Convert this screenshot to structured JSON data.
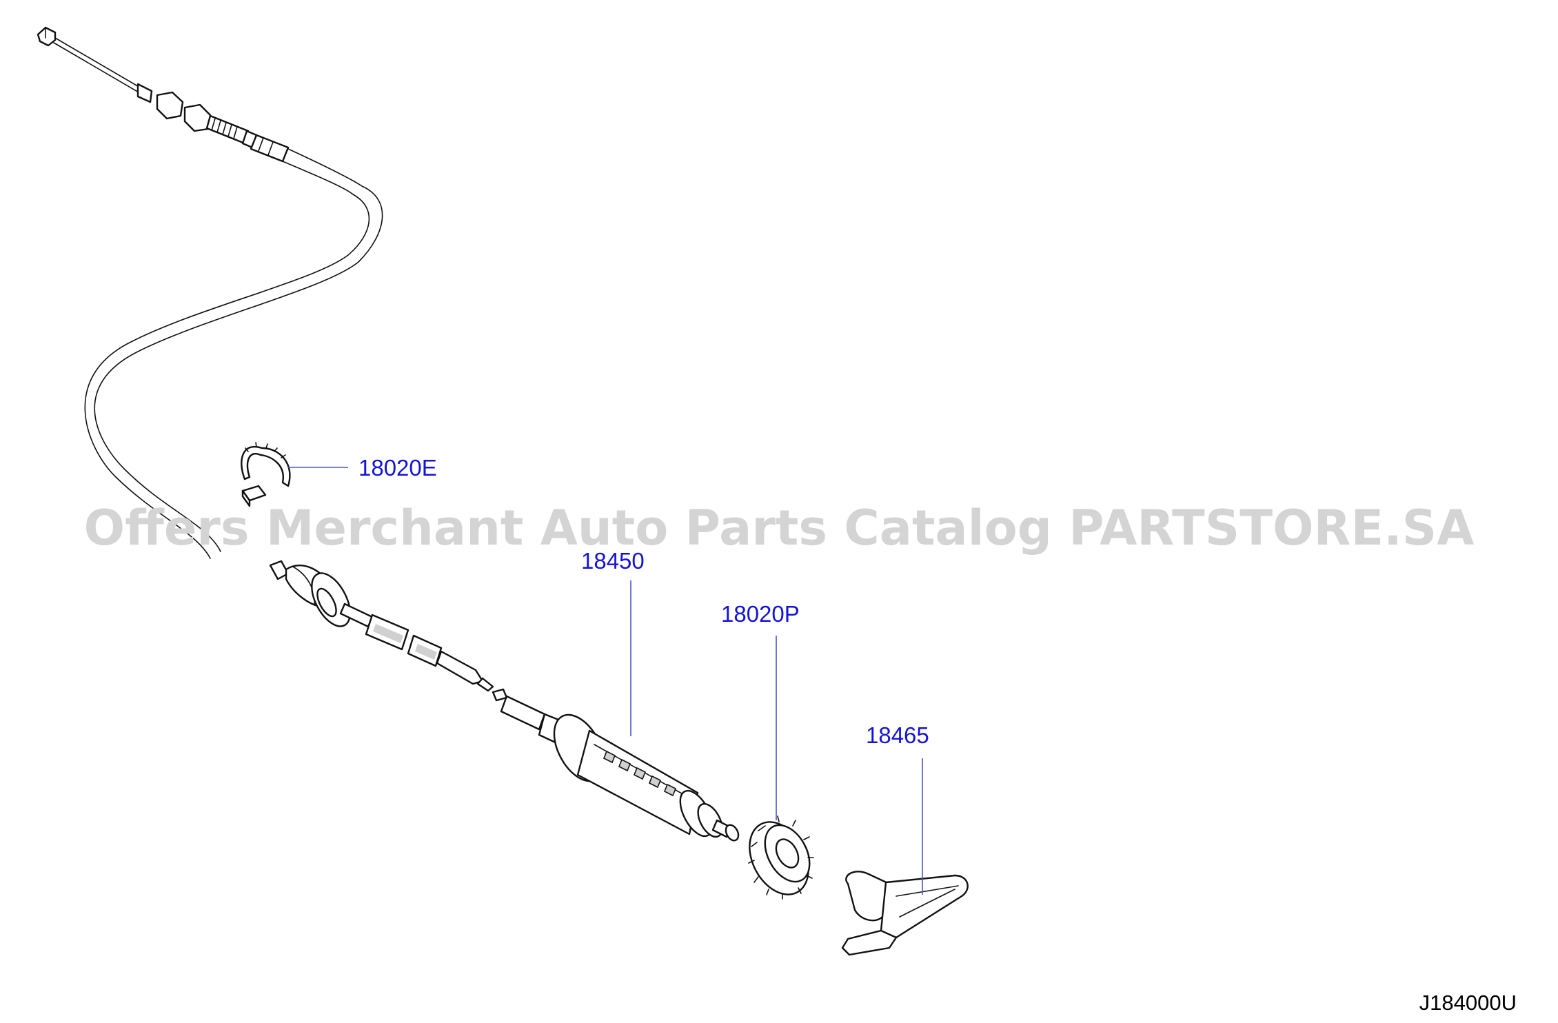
{
  "watermark": "Offers Merchant Auto Parts Catalog PARTSTORE.SA",
  "diagram_code": "J184000U",
  "callouts": {
    "clamp": "18020E",
    "cable_assembly": "18450",
    "lock_nut": "18020P",
    "knob": "18465"
  },
  "colors": {
    "label": "#1414d8",
    "leader": "#4a55c8",
    "linework": "#111111",
    "watermark": "#d4d4d4"
  }
}
